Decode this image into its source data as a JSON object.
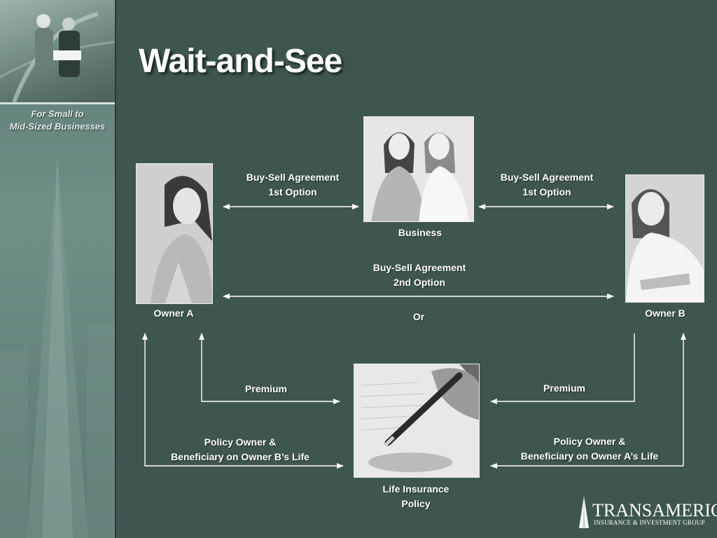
{
  "title": "Wait-and-See",
  "sidebar": {
    "tagline_line1": "For Small to",
    "tagline_line2": "Mid-Sized Businesses"
  },
  "diagram": {
    "top_left_arrow": {
      "line1": "Buy-Sell Agreement",
      "line2": "1st Option"
    },
    "top_right_arrow": {
      "line1": "Buy-Sell Agreement",
      "line2": "1st Option"
    },
    "business_label": "Business",
    "second_option": {
      "line1": "Buy-Sell Agreement",
      "line2": "2nd Option"
    },
    "owner_a_label": "Owner A",
    "owner_b_label": "Owner B",
    "or_label": "Or",
    "premium_left": "Premium",
    "premium_right": "Premium",
    "policy_left": {
      "line1": "Policy Owner &",
      "line2": "Beneficiary on Owner B’s Life"
    },
    "policy_right": {
      "line1": "Policy Owner &",
      "line2": "Beneficiary on Owner A’s Life"
    },
    "policy_label": {
      "line1": "Life Insurance",
      "line2": "Policy"
    }
  },
  "logo": {
    "name": "TRANSAMERICA",
    "subtitle": "INSURANCE & INVESTMENT GROUP"
  },
  "colors": {
    "background": "#3e5550",
    "text": "#ffffff",
    "arrow": "#ffffff"
  }
}
